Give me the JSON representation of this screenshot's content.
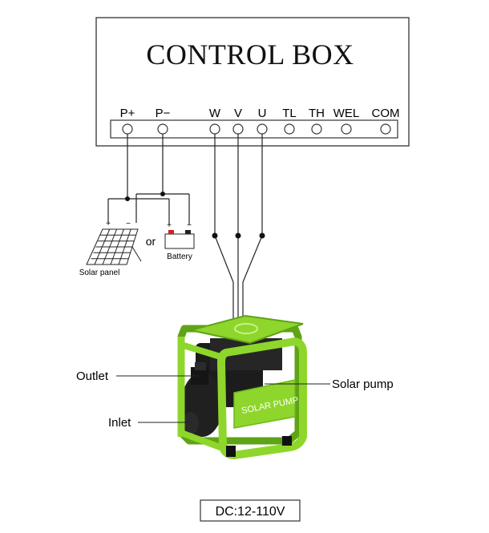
{
  "control_box": {
    "title": "CONTROL BOX",
    "terminals": [
      "P+",
      "P−",
      "W",
      "V",
      "U",
      "TL",
      "TH",
      "WEL",
      "COM"
    ]
  },
  "power": {
    "solar_plus": "+",
    "solar_minus": "−",
    "battery_plus": "+",
    "battery_minus": "−",
    "or_text": "or",
    "solar_label": "Solar panel",
    "battery_label": "Battery"
  },
  "pump": {
    "brand_text": "SOLAR PUMP",
    "outlet_label": "Outlet",
    "inlet_label": "Inlet",
    "pump_label": "Solar pump"
  },
  "footer": {
    "voltage": "DC:12-110V"
  },
  "colors": {
    "frame_green": "#8ed62b",
    "frame_dark_green": "#5fa316",
    "motor_black": "#1c1c1c",
    "battery_red": "#d41f1f"
  }
}
